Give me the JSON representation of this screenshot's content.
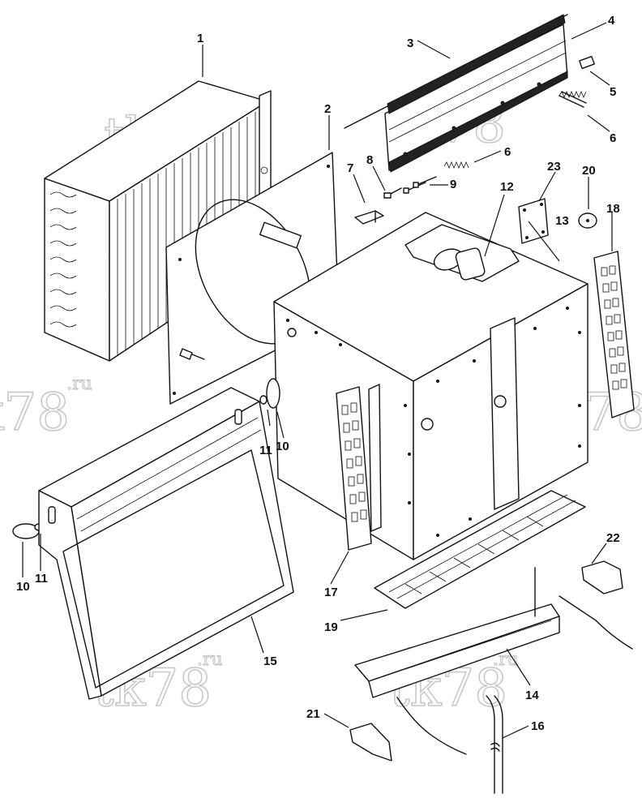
{
  "watermark": {
    "main": "tk78",
    "suffix": ".ru"
  },
  "callouts": [
    {
      "id": "c1",
      "text": "1"
    },
    {
      "id": "c2",
      "text": "2"
    },
    {
      "id": "c3",
      "text": "3"
    },
    {
      "id": "c4",
      "text": "4"
    },
    {
      "id": "c5",
      "text": "5"
    },
    {
      "id": "c6a",
      "text": "6"
    },
    {
      "id": "c6b",
      "text": "6"
    },
    {
      "id": "c7",
      "text": "7"
    },
    {
      "id": "c8",
      "text": "8"
    },
    {
      "id": "c9",
      "text": "9"
    },
    {
      "id": "c10a",
      "text": "10"
    },
    {
      "id": "c10b",
      "text": "10"
    },
    {
      "id": "c11a",
      "text": "11"
    },
    {
      "id": "c11b",
      "text": "11"
    },
    {
      "id": "c12",
      "text": "12"
    },
    {
      "id": "c13",
      "text": "13"
    },
    {
      "id": "c14",
      "text": "14"
    },
    {
      "id": "c15",
      "text": "15"
    },
    {
      "id": "c16",
      "text": "16"
    },
    {
      "id": "c17",
      "text": "17"
    },
    {
      "id": "c18",
      "text": "18"
    },
    {
      "id": "c19",
      "text": "19"
    },
    {
      "id": "c20",
      "text": "20"
    },
    {
      "id": "c21",
      "text": "21"
    },
    {
      "id": "c22",
      "text": "22"
    },
    {
      "id": "c23",
      "text": "23"
    }
  ]
}
